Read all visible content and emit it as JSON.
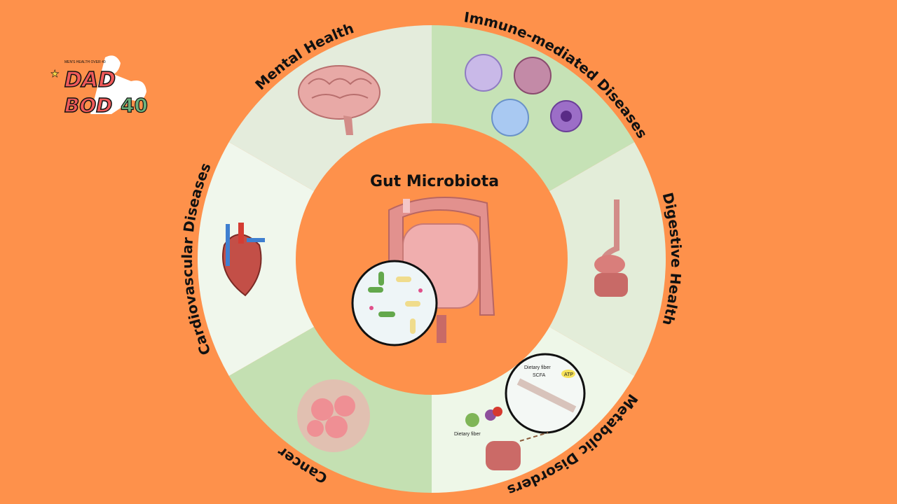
{
  "center": {
    "title": "Gut Microbiota"
  },
  "segments": [
    {
      "label": "Mental Health",
      "color": "#e4ecdc"
    },
    {
      "label": "Immune-mediated Diseases",
      "color": "#c6e2b6"
    },
    {
      "label": "Digestive Health",
      "color": "#e3edd9"
    },
    {
      "label": "Metabolic Disorders",
      "color": "#eef7e8"
    },
    {
      "label": "Cancer",
      "color": "#c4e0b2"
    },
    {
      "label": "Cardiovascular Diseases",
      "color": "#f0f7ec"
    }
  ],
  "metabolic_inset": {
    "dietary_fiber": "Dietary fiber",
    "scfa": "SCFA",
    "atp": "ATP"
  },
  "logo": {
    "top": "DAD",
    "bottom": "BOD",
    "number": "40",
    "tagline": "MEN'S HEALTH OVER 40"
  },
  "colors": {
    "background": "#fe914b",
    "inner": "#fe914b"
  }
}
